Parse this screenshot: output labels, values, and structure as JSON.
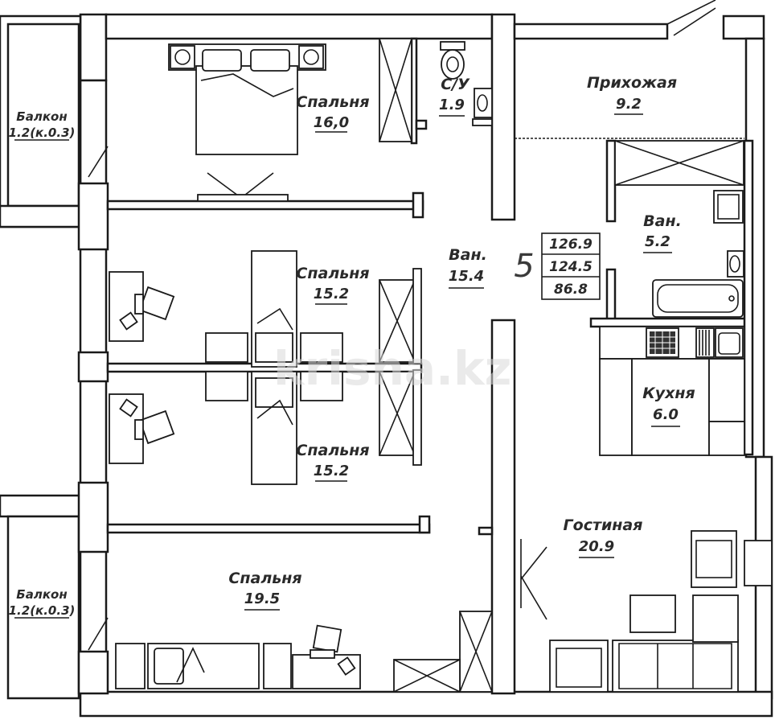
{
  "apartment": {
    "rooms_count": "5",
    "areas": [
      "126.9",
      "124.5",
      "86.8"
    ]
  },
  "rooms": {
    "balcony_top": {
      "name": "Балкон",
      "area": "1.2(к.0.3)"
    },
    "balcony_bottom": {
      "name": "Балкон",
      "area": "1.2(к.0.3)"
    },
    "bedroom_1": {
      "name": "Спальня",
      "area": "16,0"
    },
    "wc": {
      "name": "С/У",
      "area": "1.9"
    },
    "hallway": {
      "name": "Прихожая",
      "area": "9.2"
    },
    "bath_small": {
      "name": "Ван.",
      "area": "5.2"
    },
    "bedroom_2": {
      "name": "Спальня",
      "area": "15.2"
    },
    "bath_big": {
      "name": "Ван.",
      "area": "15.4"
    },
    "bedroom_3": {
      "name": "Спальня",
      "area": "15.2"
    },
    "kitchen": {
      "name": "Кухня",
      "area": "6.0"
    },
    "living_room": {
      "name": "Гостиная",
      "area": "20.9"
    },
    "bedroom_4": {
      "name": "Спальня",
      "area": "19.5"
    }
  },
  "watermark": "krisha.kz"
}
